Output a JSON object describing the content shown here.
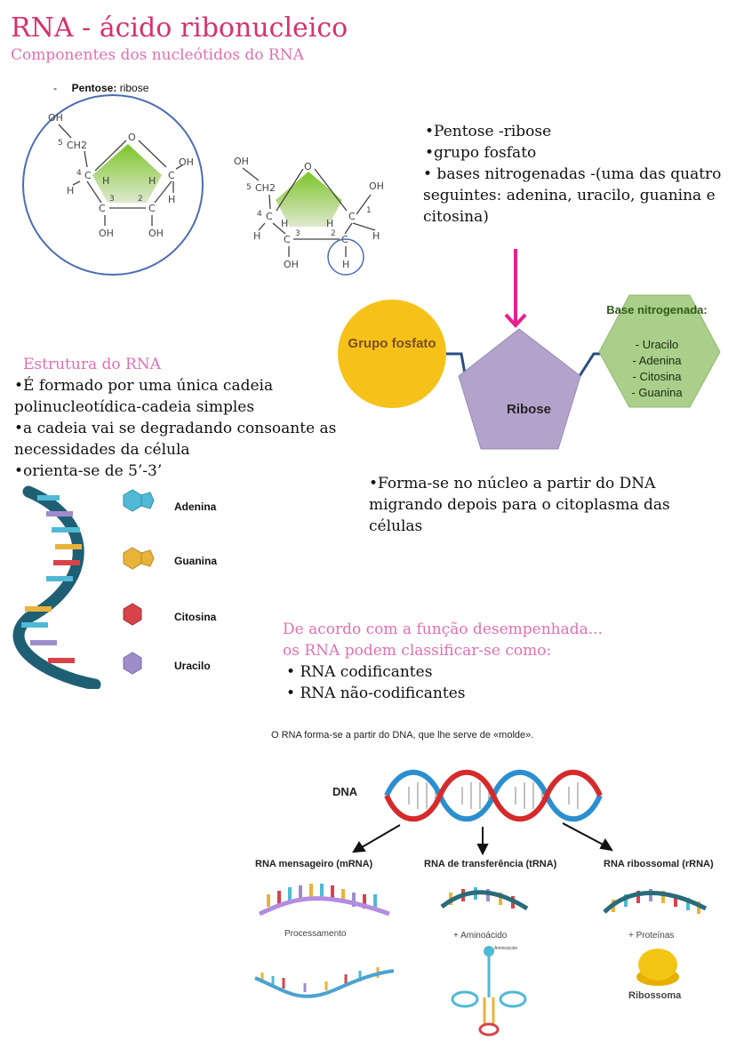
{
  "header": {
    "title": "RNA - ácido ribonucleico",
    "subtitle": "Componentes dos nucleótidos do RNA"
  },
  "pentose_card": {
    "bullet": "-",
    "label_bold": "Pentose:",
    "label_rest": "ribose"
  },
  "ribose_struct": {
    "carbons": [
      "5",
      "4",
      "3",
      "2",
      "1"
    ],
    "atoms": {
      "oh": "OH",
      "ch2": "CH2",
      "o": "O",
      "c": "C",
      "h": "H"
    }
  },
  "components": {
    "items": [
      "Pentose -ribose",
      "grupo fosfato",
      " bases nitrogenadas -(uma das quatro seguintes: adenina, uracilo, guanina e citosina)"
    ]
  },
  "nucleotide_diagram": {
    "phosphate_label": "Grupo fosfato",
    "ribose_label": "Ribose",
    "base_title": "Base nitrogenada:",
    "base_items": [
      "- Uracilo",
      "- Adenina",
      "- Citosina",
      "- Guanina"
    ],
    "colors": {
      "phosphate": "#f6c21a",
      "ribose": "#b3a3cb",
      "base": "#a9cf8a",
      "arrow": "#e81f8f"
    }
  },
  "structure": {
    "heading": "Estrutura do RNA",
    "items": [
      "É formado por uma única cadeia polinucleotídica-cadeia simples",
      "a cadeia vai se degradando consoante as necessidades da célula",
      "orienta-se de 5’-3’"
    ]
  },
  "bases": {
    "names": [
      "Adenina",
      "Guanina",
      "Citosina",
      "Uracilo"
    ],
    "colors": [
      "#4fb9d6",
      "#e9b33a",
      "#d8434a",
      "#9e8ccb"
    ]
  },
  "location": {
    "text": "Forma-se no núcleo a partir do DNA migrando depois para o citoplasma das células"
  },
  "classification": {
    "intro_line1": "De acordo com a função desempenhada...",
    "intro_line2": "os RNA podem classificar-se como:",
    "items": [
      "RNA codificantes",
      "RNA não-codificantes"
    ]
  },
  "transcription": {
    "caption": "O RNA forma-se a partir do DNA, que lhe serve de «molde».",
    "dna_label": "DNA",
    "types": [
      {
        "name": "RNA mensageiro (mRNA)",
        "note": "Processamento"
      },
      {
        "name": "RNA de transferência (tRNA)",
        "note": "+ Aminoácido",
        "small_label": "Aminoácido"
      },
      {
        "name": "RNA ribossomal (rRNA)",
        "note": "+ Proteínas",
        "result": "Ribossoma"
      }
    ]
  }
}
